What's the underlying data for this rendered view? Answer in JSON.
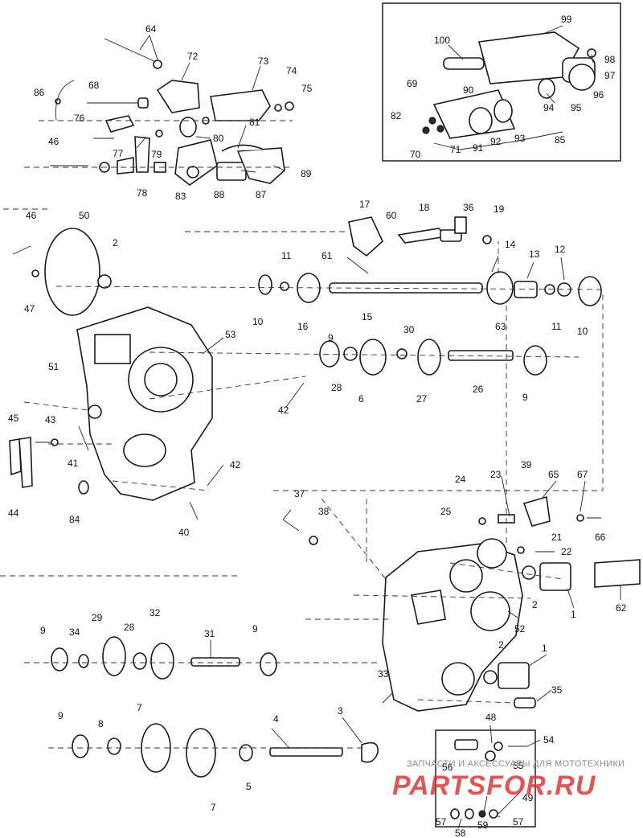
{
  "watermark": {
    "caption": "ЗАПЧАСТИ И АКСЕССУАРЫ ДЛЯ МОТОТЕХНИКИ",
    "logo": "PARTSFOR.RU",
    "color": "#d63a3a"
  },
  "callouts": [
    {
      "id": "64a",
      "label": "64"
    },
    {
      "id": "72",
      "label": "72"
    },
    {
      "id": "73",
      "label": "73"
    },
    {
      "id": "74",
      "label": "74"
    },
    {
      "id": "75",
      "label": "75"
    },
    {
      "id": "86a",
      "label": "86"
    },
    {
      "id": "68",
      "label": "68"
    },
    {
      "id": "76",
      "label": "76"
    },
    {
      "id": "80",
      "label": "80"
    },
    {
      "id": "81",
      "label": "81"
    },
    {
      "id": "46a",
      "label": "46"
    },
    {
      "id": "77",
      "label": "77"
    },
    {
      "id": "79",
      "label": "79"
    },
    {
      "id": "78",
      "label": "78"
    },
    {
      "id": "83",
      "label": "83"
    },
    {
      "id": "88",
      "label": "88"
    },
    {
      "id": "87",
      "label": "87"
    },
    {
      "id": "89",
      "label": "89"
    },
    {
      "id": "99",
      "label": "99"
    },
    {
      "id": "100",
      "label": "100"
    },
    {
      "id": "98",
      "label": "98"
    },
    {
      "id": "97",
      "label": "97"
    },
    {
      "id": "69",
      "label": "69"
    },
    {
      "id": "90",
      "label": "90"
    },
    {
      "id": "96",
      "label": "96"
    },
    {
      "id": "94",
      "label": "94"
    },
    {
      "id": "95",
      "label": "95"
    },
    {
      "id": "82",
      "label": "82"
    },
    {
      "id": "91",
      "label": "91"
    },
    {
      "id": "92",
      "label": "92"
    },
    {
      "id": "93",
      "label": "93"
    },
    {
      "id": "70",
      "label": "70"
    },
    {
      "id": "71",
      "label": "71"
    },
    {
      "id": "85",
      "label": "85"
    },
    {
      "id": "17",
      "label": "17"
    },
    {
      "id": "18",
      "label": "18"
    },
    {
      "id": "36",
      "label": "36"
    },
    {
      "id": "19",
      "label": "19"
    },
    {
      "id": "60",
      "label": "60"
    },
    {
      "id": "46b",
      "label": "46"
    },
    {
      "id": "50",
      "label": "50"
    },
    {
      "id": "2a",
      "label": "2"
    },
    {
      "id": "61",
      "label": "61"
    },
    {
      "id": "14",
      "label": "14"
    },
    {
      "id": "11a",
      "label": "11"
    },
    {
      "id": "13",
      "label": "13"
    },
    {
      "id": "12",
      "label": "12"
    },
    {
      "id": "47",
      "label": "47"
    },
    {
      "id": "10a",
      "label": "10"
    },
    {
      "id": "16",
      "label": "16"
    },
    {
      "id": "15",
      "label": "15"
    },
    {
      "id": "63",
      "label": "63"
    },
    {
      "id": "11b",
      "label": "11"
    },
    {
      "id": "10b",
      "label": "10"
    },
    {
      "id": "53",
      "label": "53"
    },
    {
      "id": "9a",
      "label": "9"
    },
    {
      "id": "30",
      "label": "30"
    },
    {
      "id": "51",
      "label": "51"
    },
    {
      "id": "28a",
      "label": "28"
    },
    {
      "id": "6",
      "label": "6"
    },
    {
      "id": "27",
      "label": "27"
    },
    {
      "id": "26",
      "label": "26"
    },
    {
      "id": "9b",
      "label": "9"
    },
    {
      "id": "42a",
      "label": "42"
    },
    {
      "id": "45",
      "label": "45"
    },
    {
      "id": "43",
      "label": "43"
    },
    {
      "id": "41",
      "label": "41"
    },
    {
      "id": "42b",
      "label": "42"
    },
    {
      "id": "44",
      "label": "44"
    },
    {
      "id": "84",
      "label": "84"
    },
    {
      "id": "40",
      "label": "40"
    },
    {
      "id": "37",
      "label": "37"
    },
    {
      "id": "38",
      "label": "38"
    },
    {
      "id": "24",
      "label": "24"
    },
    {
      "id": "23",
      "label": "23"
    },
    {
      "id": "39",
      "label": "39"
    },
    {
      "id": "65",
      "label": "65"
    },
    {
      "id": "67",
      "label": "67"
    },
    {
      "id": "25",
      "label": "25"
    },
    {
      "id": "66",
      "label": "66"
    },
    {
      "id": "21",
      "label": "21"
    },
    {
      "id": "22",
      "label": "22"
    },
    {
      "id": "2b",
      "label": "2"
    },
    {
      "id": "1a",
      "label": "1"
    },
    {
      "id": "62",
      "label": "62"
    },
    {
      "id": "52",
      "label": "52"
    },
    {
      "id": "9c",
      "label": "9"
    },
    {
      "id": "29",
      "label": "29"
    },
    {
      "id": "32",
      "label": "32"
    },
    {
      "id": "34",
      "label": "34"
    },
    {
      "id": "28b",
      "label": "28"
    },
    {
      "id": "31",
      "label": "31"
    },
    {
      "id": "9d",
      "label": "9"
    },
    {
      "id": "2c",
      "label": "2"
    },
    {
      "id": "1b",
      "label": "1"
    },
    {
      "id": "33",
      "label": "33"
    },
    {
      "id": "35",
      "label": "35"
    },
    {
      "id": "9e",
      "label": "9"
    },
    {
      "id": "7a",
      "label": "7"
    },
    {
      "id": "8",
      "label": "8"
    },
    {
      "id": "4",
      "label": "4"
    },
    {
      "id": "3",
      "label": "3"
    },
    {
      "id": "48",
      "label": "48"
    },
    {
      "id": "54",
      "label": "54"
    },
    {
      "id": "56",
      "label": "56"
    },
    {
      "id": "55",
      "label": "55"
    },
    {
      "id": "5",
      "label": "5"
    },
    {
      "id": "7b",
      "label": "7"
    },
    {
      "id": "49",
      "label": "49"
    },
    {
      "id": "57a",
      "label": "57"
    },
    {
      "id": "59",
      "label": "59"
    },
    {
      "id": "57b",
      "label": "57"
    },
    {
      "id": "58",
      "label": "58"
    }
  ]
}
